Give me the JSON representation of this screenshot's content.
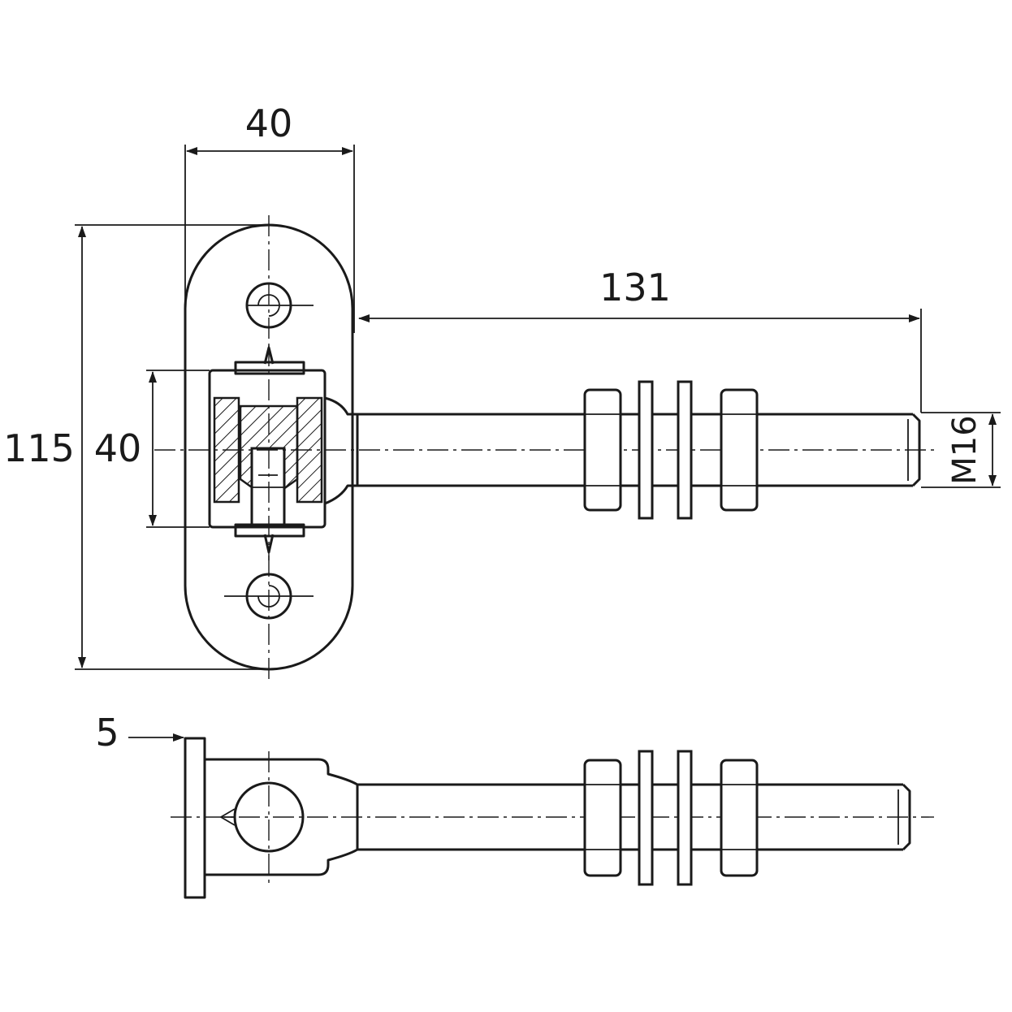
{
  "drawing": {
    "dimensions": {
      "plate_width": "40",
      "total_height": "115",
      "clamp_height": "40",
      "bolt_length": "131",
      "thread": "M16",
      "plate_thickness": "5"
    }
  }
}
